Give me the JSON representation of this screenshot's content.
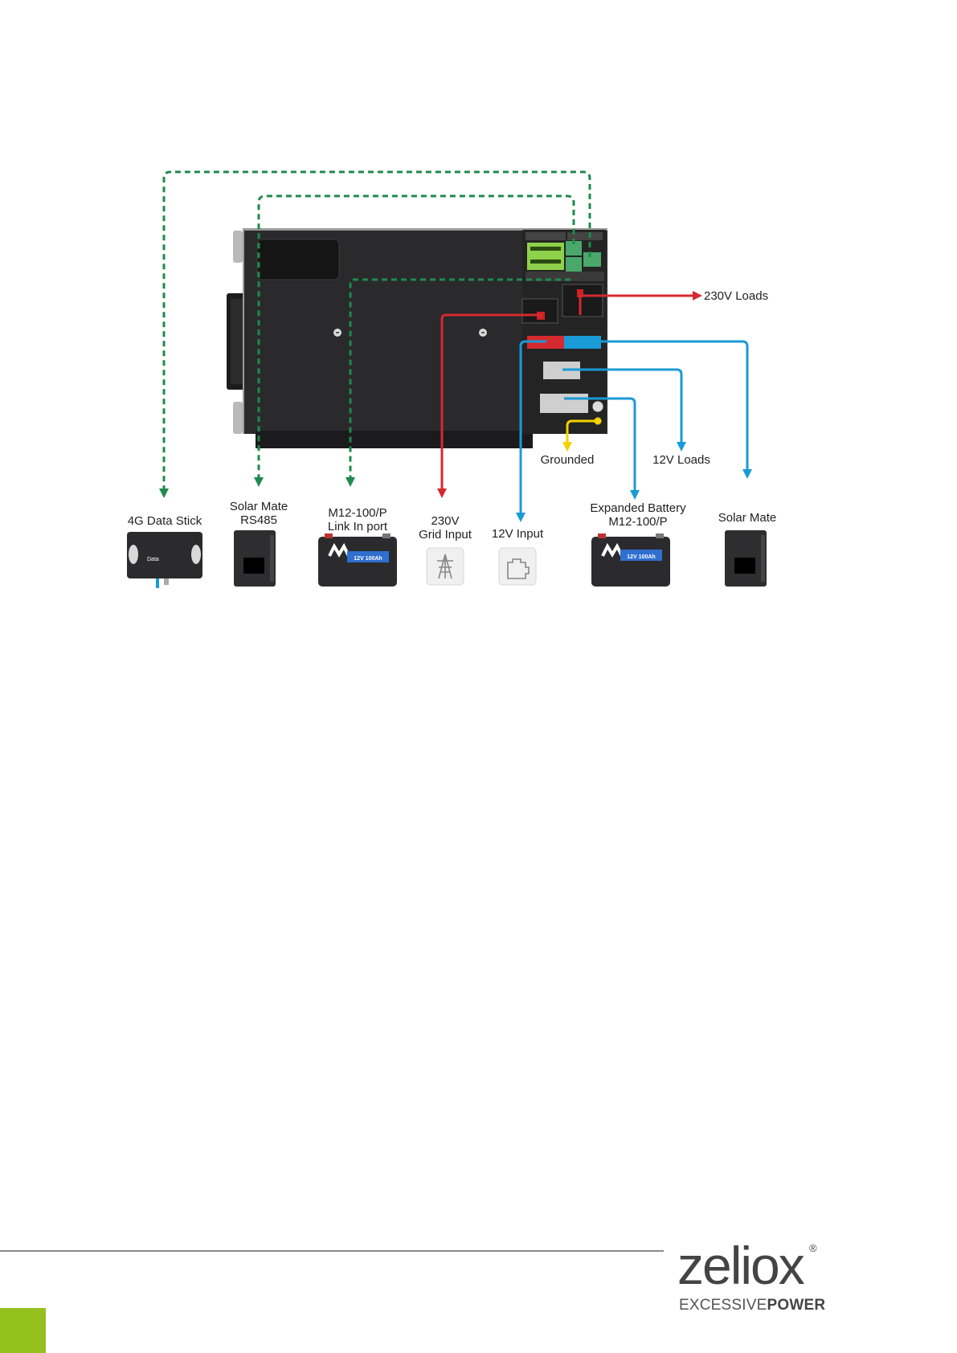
{
  "diagram": {
    "labels": {
      "loads_230v": "230V Loads",
      "grounded": "Grounded",
      "loads_12v": "12V Loads",
      "data_stick": "4G Data Stick",
      "solar_mate_rs485": [
        "Solar Mate",
        "RS485"
      ],
      "link_in_port": [
        "M12-100/P",
        "Link In port"
      ],
      "grid_input": [
        "230V",
        "Grid Input"
      ],
      "input_12v": "12V Input",
      "expanded_battery": [
        "Expanded Battery",
        "M12-100/P"
      ],
      "solar_mate": "Solar Mate"
    },
    "battery_label": "12V 100Ah",
    "data_stick_text": "Data",
    "colors": {
      "data_link": "#1e8a4c",
      "ac_line": "#d42a2f",
      "dc_line": "#1a9ad6",
      "ground_line": "#f2d200",
      "unit_body": "#2a2a2c",
      "lcd": "#8ed14a"
    }
  },
  "brand": {
    "name": "zeliox",
    "registered": "®",
    "tagline_light": "EXCESSIVE",
    "tagline_bold": "POWER"
  }
}
